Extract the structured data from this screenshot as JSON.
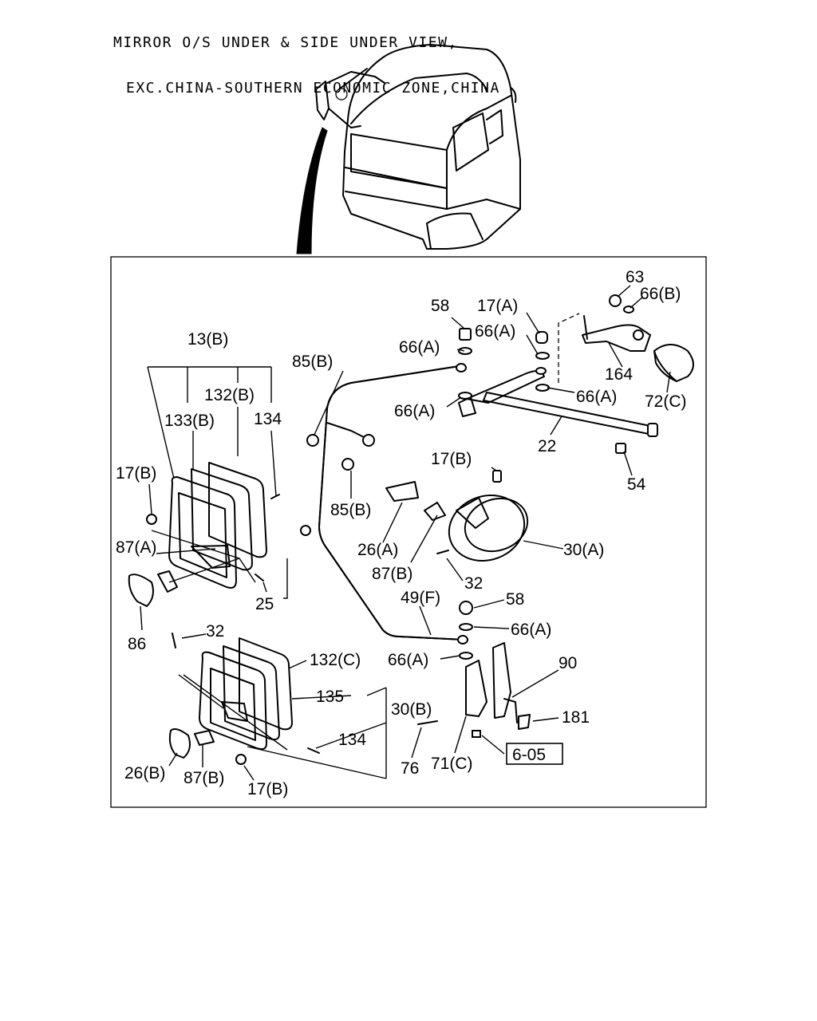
{
  "header": {
    "line1": "MIRROR O/S UNDER & SIDE UNDER VIEW,",
    "line2": "EXC.CHINA-SOUTHERN ECONOMIC ZONE,CHINA"
  },
  "callouts": {
    "c63": "63",
    "c66b": "66(B)",
    "c58_top": "58",
    "c17a": "17(A)",
    "c66a_1": "66(A)",
    "c66a_2": "66(A)",
    "c13b": "13(B)",
    "c85b_1": "85(B)",
    "c132b": "132(B)",
    "c164": "164",
    "c66a_3": "66(A)",
    "c72c": "72(C)",
    "c66a_4": "66(A)",
    "c133b": "133(B)",
    "c134_1": "134",
    "c22": "22",
    "c17b_1": "17(B)",
    "c17b_2": "17(B)",
    "c54": "54",
    "c85b_2": "85(B)",
    "c87a": "87(A)",
    "c26a": "26(A)",
    "c30a": "30(A)",
    "c87b_1": "87(B)",
    "c32_1": "32",
    "c25": "25",
    "c49f": "49(F)",
    "c58_mid": "58",
    "c86": "86",
    "c32_2": "32",
    "c66a_5": "66(A)",
    "c66a_6": "66(A)",
    "c132c": "132(C)",
    "c90": "90",
    "c135": "135",
    "c30b": "30(B)",
    "c181": "181",
    "c134_2": "134",
    "c605": "6-05",
    "c26b": "26(B)",
    "c87b_2": "87(B)",
    "c76": "76",
    "c71c": "71(C)",
    "c17b_3": "17(B)"
  }
}
